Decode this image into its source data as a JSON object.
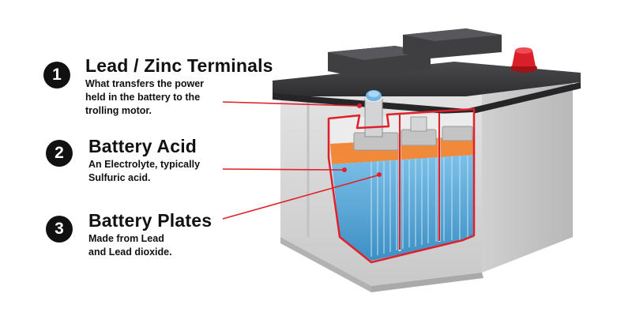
{
  "diagram": {
    "callouts": [
      {
        "number": "1",
        "title": "Lead / Zinc Terminals",
        "desc_lines": [
          "What transfers the power",
          "held in the battery to the",
          "trolling motor."
        ]
      },
      {
        "number": "2",
        "title": "Battery Acid",
        "desc_lines": [
          "An Electrolyte, typically",
          "Sulfuric acid."
        ]
      },
      {
        "number": "3",
        "title": "Battery Plates",
        "desc_lines": [
          "Made from Lead",
          "and Lead dioxide."
        ]
      }
    ],
    "colors": {
      "accent": "#e0202a",
      "case": "#d8d8d8",
      "lid": "#3a3a3c",
      "acid": "#5aa8d8",
      "plate_top": "#f08a3a",
      "terminal_cap": "#d81f2a"
    }
  }
}
